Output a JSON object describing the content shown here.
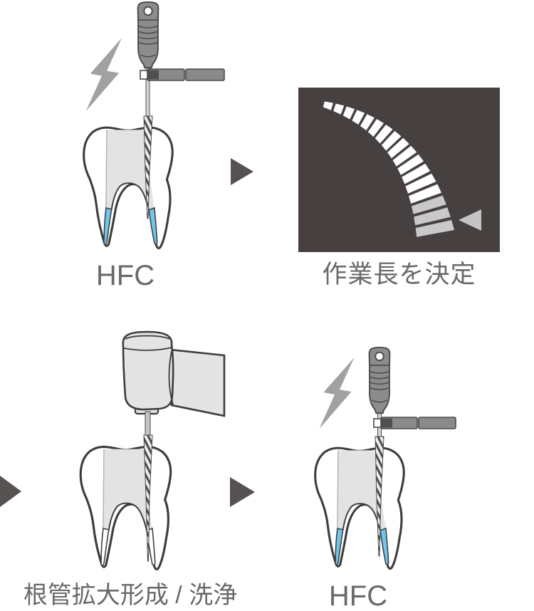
{
  "diagram": {
    "steps": [
      {
        "id": "step-1",
        "label": "HFC"
      },
      {
        "id": "step-2",
        "label": "作業長を決定"
      },
      {
        "id": "step-3",
        "label": "根管拡大形成 / 洗浄"
      },
      {
        "id": "step-4",
        "label": "HFC"
      }
    ]
  },
  "icons": {
    "lightning": "lightning-bolt",
    "arrow_right": "▶",
    "display_marker": "◀"
  },
  "colors": {
    "outline": "#3d3d3d",
    "text": "#696969",
    "bolt": "#a1a1a3",
    "arrow": "#575252",
    "metal": "#8c8c8c",
    "metal_dark": "#4f4f4f",
    "metal_line": "#4a4a4a",
    "handpiece": "#e4e4e4",
    "dentin": "#e3e3e3",
    "canal_liquid": "#6fc7ea",
    "display_bg": "#474040",
    "display_stripe": "#ffffff",
    "display_stripe_dim": "#c9c9c9",
    "display_marker": "#c4c4c4"
  }
}
